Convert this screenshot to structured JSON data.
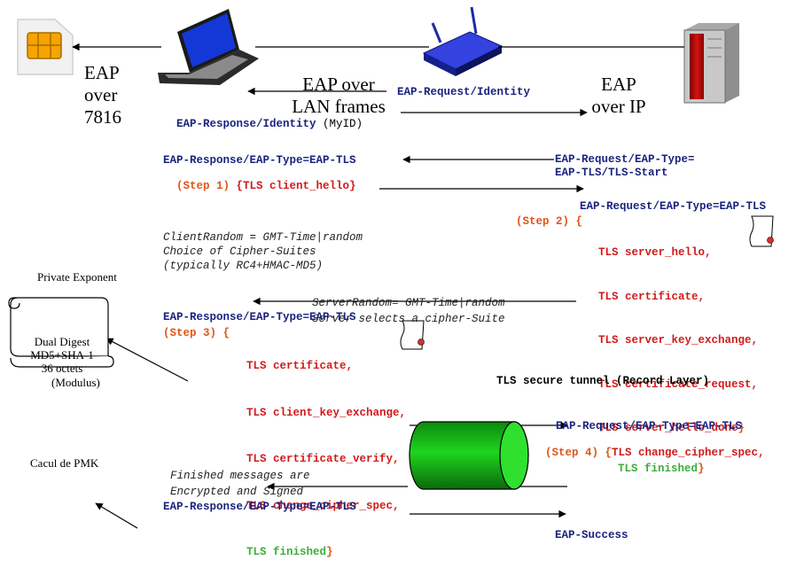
{
  "top": {
    "eap_7816": [
      "EAP",
      "over",
      "7816"
    ],
    "eap_lan": [
      "EAP over",
      "LAN frames"
    ],
    "eap_ip": [
      "EAP",
      "over IP"
    ]
  },
  "messages": {
    "req_identity": "EAP-Request/Identity",
    "resp_identity": "EAP-Response/Identity",
    "resp_identity_id": " (MyID)",
    "req_start_1": "EAP-Request/EAP-Type=",
    "req_start_2": "EAP-TLS/TLS-Start",
    "resp_tls_1": "EAP-Response/EAP-Type=EAP-TLS",
    "step1_label": "(Step 1) ",
    "step1_msg": "{TLS client_hello}",
    "client_note": [
      "ClientRandom = GMT-Time|random",
      "Choice of Cipher-Suites",
      "(typically RC4+HMAC-MD5)"
    ],
    "req_tls_2": "EAP-Request/EAP-Type=EAP-TLS",
    "step2_label": "(Step 2) {",
    "step2_msgs": [
      "TLS server_hello,",
      "TLS certificate,",
      "TLS server_key_exchange,",
      "TLS certificate_request,",
      "TLS server_hello_done"
    ],
    "step2_close": "}",
    "server_note": [
      "ServerRandom= GMT-Time|random",
      "Server selects a cipher-Suite"
    ],
    "resp_tls_3": "EAP-Response/EAP-Type=EAP-TLS",
    "step3_label": "(Step 3) {",
    "step3_msgs": [
      "TLS certificate,",
      "TLS client_key_exchange,",
      "TLS certificate_verify,",
      "TLS change_cipher_spec,"
    ],
    "step3_finished": "TLS finished",
    "step3_close": "}",
    "tunnel_label": "TLS secure tunnel (Record Layer)",
    "finished_note": [
      "Finished messages are",
      "Encrypted and Signed"
    ],
    "req_tls_4": "EAP-Request/EAP-Type=EAP-TLS",
    "step4_label": "(Step 4) {",
    "step4_msg": "TLS change_cipher_spec,",
    "step4_finished": "TLS finished",
    "step4_close": "}",
    "resp_tls_5": "EAP-Response/EAP-Type=EAP-TLS",
    "success": "EAP-Success"
  },
  "side": {
    "private_exponent": "Private Exponent",
    "digest": [
      "Dual Digest",
      "MD5+SHA-1",
      "36 octets"
    ],
    "modulus": "(Modulus)",
    "pmk": "Cacul de PMK"
  },
  "colors": {
    "blue": "#1a237e",
    "orange": "#e0561a",
    "red": "#d11b1b",
    "green": "#3cae3a",
    "tunnel": "#17c217"
  }
}
